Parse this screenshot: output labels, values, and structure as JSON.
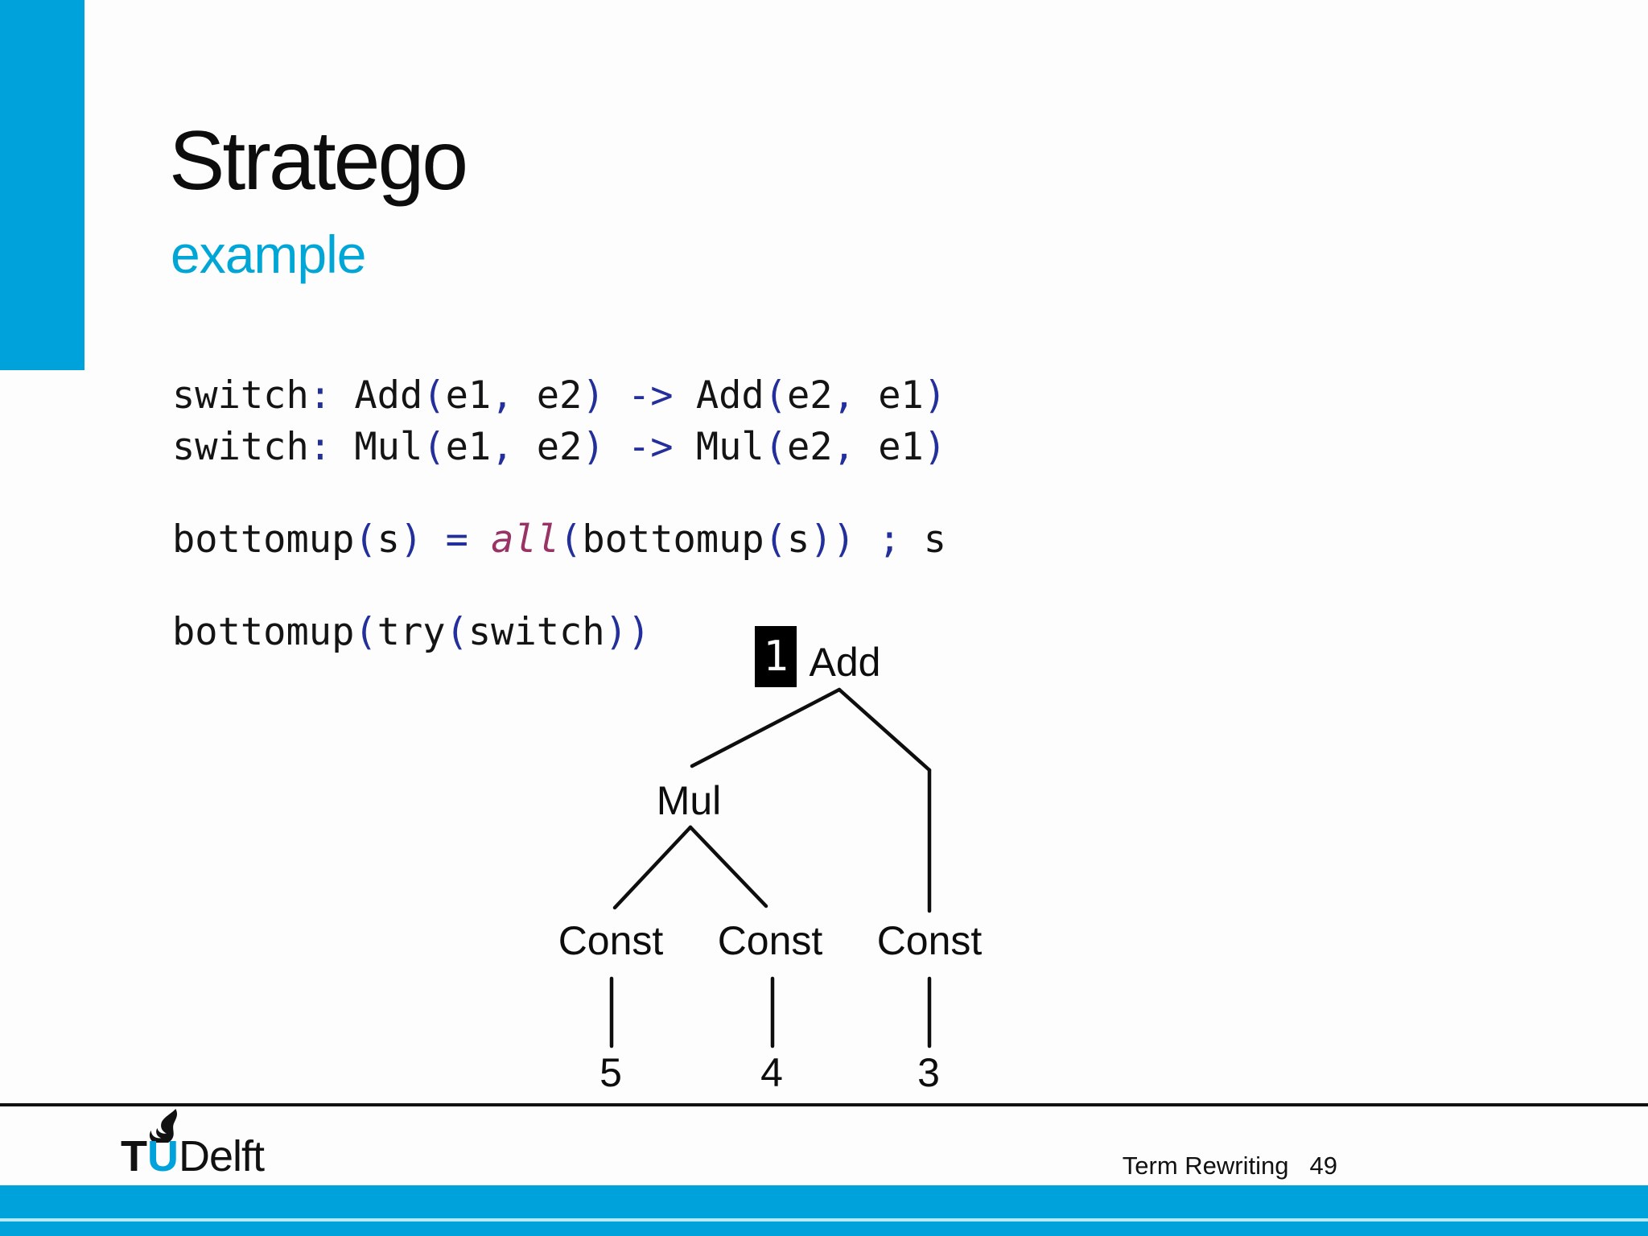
{
  "slide": {
    "title": "Stratego",
    "subtitle": "example"
  },
  "code": {
    "lines": [
      {
        "gap": false,
        "tokens": [
          [
            "i",
            "switch"
          ],
          [
            "p",
            ":"
          ],
          [
            "i",
            " Add"
          ],
          [
            "p",
            "("
          ],
          [
            "i",
            "e1"
          ],
          [
            "p",
            ","
          ],
          [
            "i",
            " e2"
          ],
          [
            "p",
            ")"
          ],
          [
            "i",
            " "
          ],
          [
            "p",
            "->"
          ],
          [
            "i",
            " Add"
          ],
          [
            "p",
            "("
          ],
          [
            "i",
            "e2"
          ],
          [
            "p",
            ","
          ],
          [
            "i",
            " e1"
          ],
          [
            "p",
            ")"
          ]
        ]
      },
      {
        "gap": false,
        "tokens": [
          [
            "i",
            "switch"
          ],
          [
            "p",
            ":"
          ],
          [
            "i",
            " Mul"
          ],
          [
            "p",
            "("
          ],
          [
            "i",
            "e1"
          ],
          [
            "p",
            ","
          ],
          [
            "i",
            " e2"
          ],
          [
            "p",
            ")"
          ],
          [
            "i",
            " "
          ],
          [
            "p",
            "->"
          ],
          [
            "i",
            " Mul"
          ],
          [
            "p",
            "("
          ],
          [
            "i",
            "e2"
          ],
          [
            "p",
            ","
          ],
          [
            "i",
            " e1"
          ],
          [
            "p",
            ")"
          ]
        ]
      },
      {
        "gap": true,
        "tokens": [
          [
            "i",
            "bottomup"
          ],
          [
            "p",
            "("
          ],
          [
            "i",
            "s"
          ],
          [
            "p",
            ")"
          ],
          [
            "i",
            " "
          ],
          [
            "p",
            "="
          ],
          [
            "i",
            " "
          ],
          [
            "m",
            "all"
          ],
          [
            "p",
            "("
          ],
          [
            "i",
            "bottomup"
          ],
          [
            "p",
            "("
          ],
          [
            "i",
            "s"
          ],
          [
            "p",
            "))"
          ],
          [
            "i",
            " "
          ],
          [
            "p",
            ";"
          ],
          [
            "i",
            " s"
          ]
        ]
      },
      {
        "gap": true,
        "tokens": [
          [
            "i",
            "bottomup"
          ],
          [
            "p",
            "("
          ],
          [
            "i",
            "try"
          ],
          [
            "p",
            "("
          ],
          [
            "i",
            "switch"
          ],
          [
            "p",
            "))"
          ]
        ]
      }
    ]
  },
  "tree": {
    "step_badge": "1",
    "root": "Add",
    "mul": "Mul",
    "const_left": "Const",
    "const_mid": "Const",
    "const_right": "Const",
    "leaf_left": "5",
    "leaf_mid": "4",
    "leaf_right": "3"
  },
  "footer": {
    "logo_t": "T",
    "logo_u": "U",
    "logo_rest": "Delft",
    "course": "Term Rewriting",
    "page": "49"
  },
  "colors": {
    "accent_cyan": "#00A2DC",
    "subtitle_cyan": "#00A6D6",
    "code_navy": "#232F9B",
    "code_magenta": "#993366",
    "footer_stripe_light": "#B5EAF6"
  }
}
